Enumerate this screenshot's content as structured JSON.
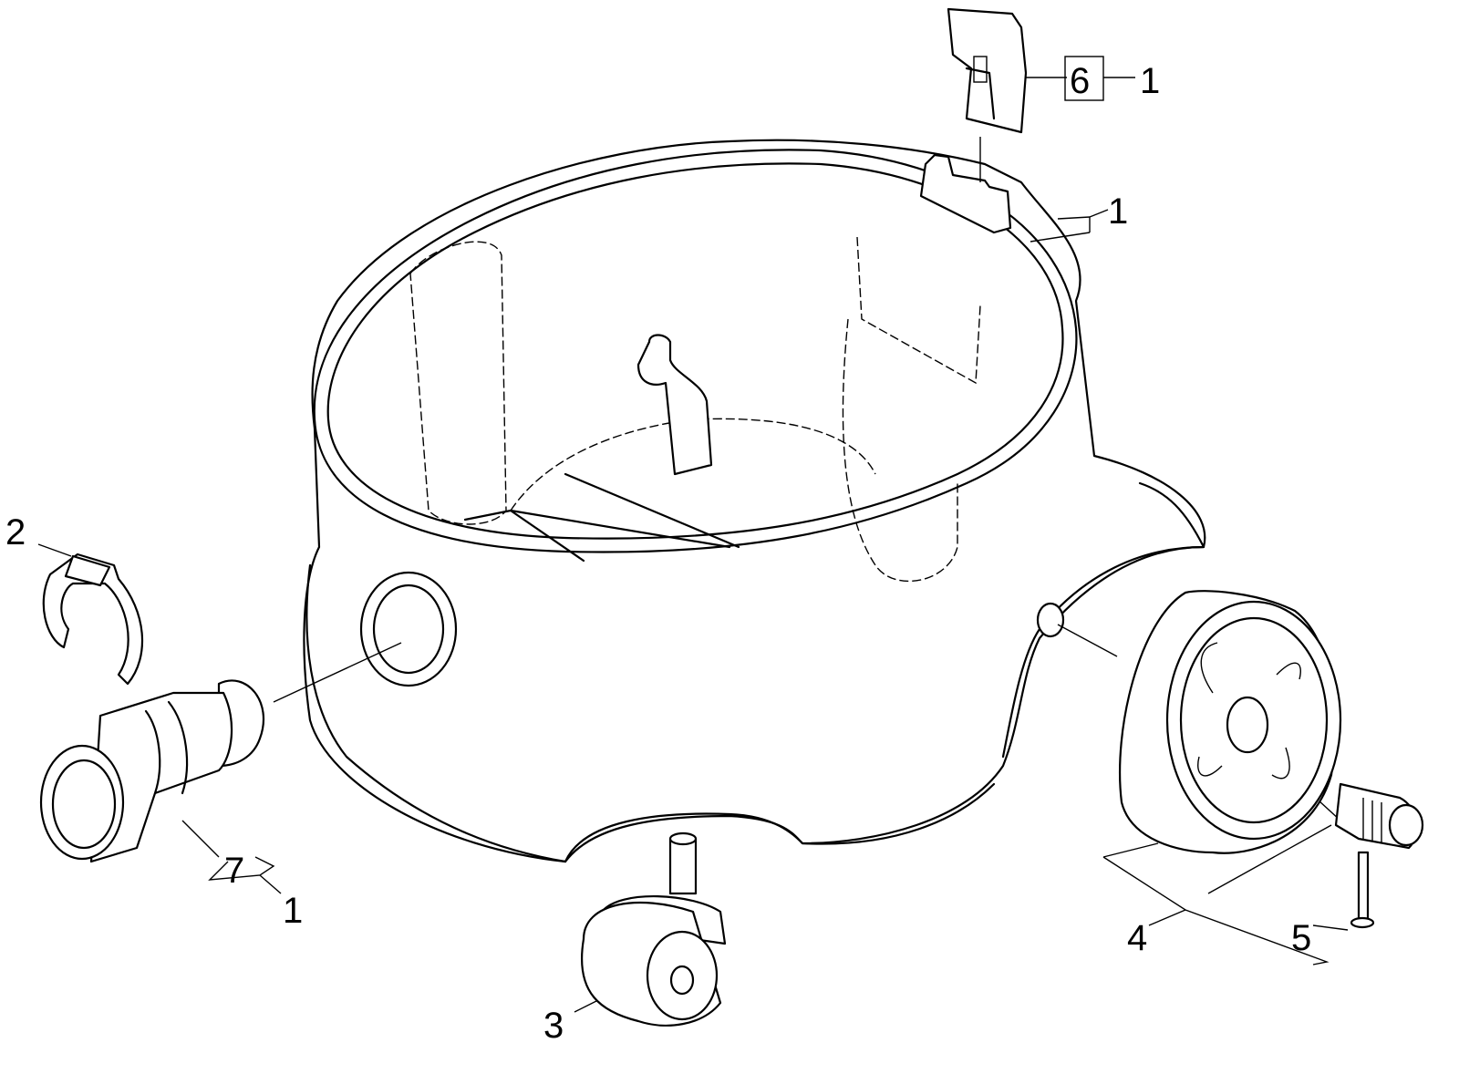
{
  "diagram": {
    "callouts": {
      "handle_part": "6",
      "handle_qty": "1",
      "rear_qty": "1",
      "clamp_part": "2",
      "hose_connector_part": "7",
      "hose_connector_qty": "1",
      "caster_part": "3",
      "wheel_part": "4",
      "screw_part": "5"
    }
  }
}
